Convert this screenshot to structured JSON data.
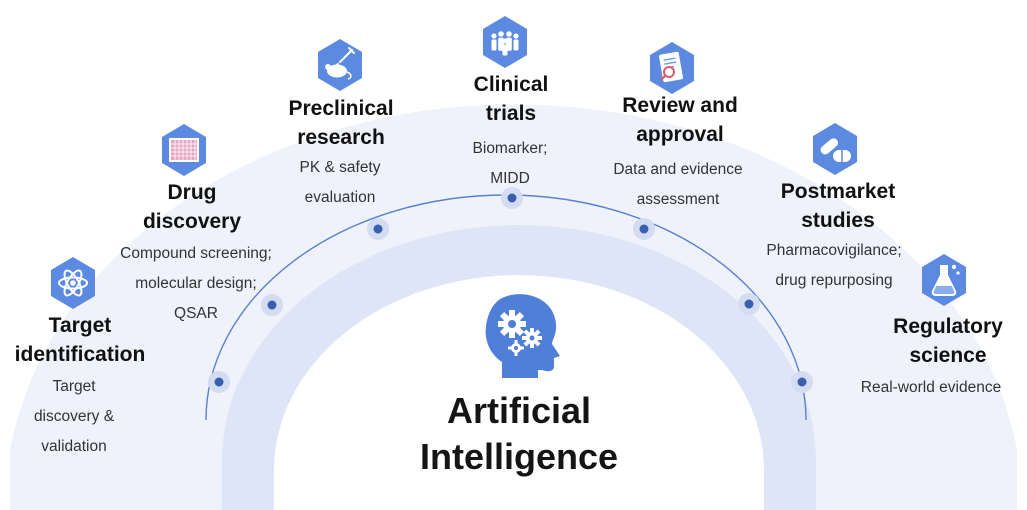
{
  "center": {
    "line1": "Artificial",
    "line2": "Intelligence",
    "icon": "brain-gears-icon"
  },
  "colors": {
    "accent": "#4f7fd6",
    "icon_fill": "#5b8ae0",
    "node": "#3b5fb0",
    "arc_outer": "#eef1fa",
    "arc_inner": "#dde5f6"
  },
  "stages": [
    {
      "id": "target",
      "icon": "atom-icon",
      "title": [
        "Target",
        "identification"
      ],
      "desc": [
        "Target",
        "discovery &",
        "validation"
      ]
    },
    {
      "id": "drug",
      "icon": "well-plate-icon",
      "title": [
        "Drug",
        "discovery"
      ],
      "desc": [
        "Compound screening;",
        "molecular design;",
        "QSAR"
      ]
    },
    {
      "id": "preclinical",
      "icon": "mouse-syringe-icon",
      "title": [
        "Preclinical",
        "research"
      ],
      "desc": [
        "PK & safety",
        "evaluation"
      ]
    },
    {
      "id": "clinical",
      "icon": "people-group-icon",
      "title": [
        "Clinical",
        "trials"
      ],
      "desc": [
        "Biomarker;",
        "MIDD"
      ]
    },
    {
      "id": "review",
      "icon": "document-magnifier-icon",
      "title": [
        "Review and",
        "approval"
      ],
      "desc": [
        "Data and evidence",
        "assessment"
      ]
    },
    {
      "id": "postmarket",
      "icon": "pills-icon",
      "title": [
        "Postmarket",
        "studies"
      ],
      "desc": [
        "Pharmacovigilance;",
        "drug repurposing"
      ]
    },
    {
      "id": "regulatory",
      "icon": "flask-icon",
      "title": [
        "Regulatory",
        "science"
      ],
      "desc": [
        "Real-world evidence"
      ]
    }
  ]
}
